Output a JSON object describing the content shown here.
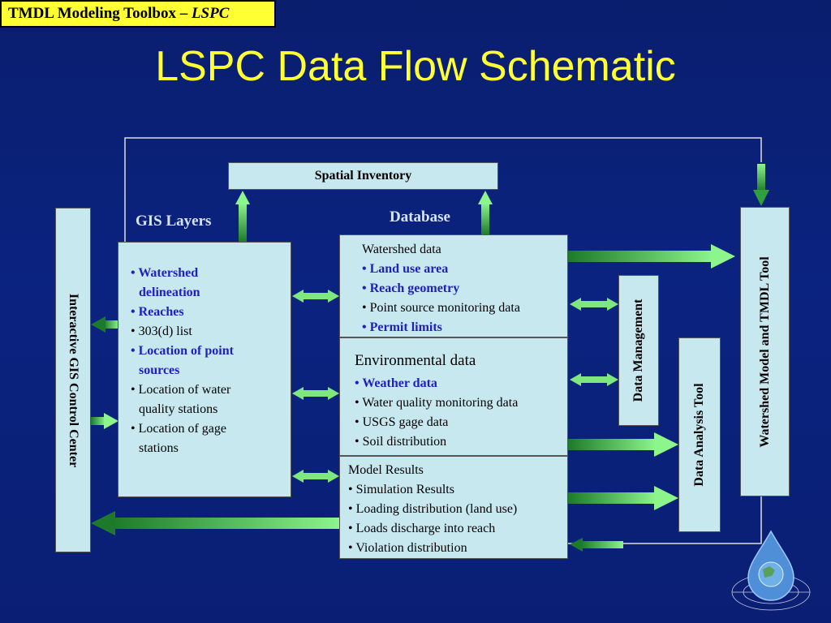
{
  "header": {
    "prefix": "TMDL Modeling Toolbox – ",
    "italic": "LSPC"
  },
  "title": "LSPC Data Flow Schematic",
  "labels": {
    "gis_layers": "GIS Layers",
    "database": "Database"
  },
  "spatial_inventory": "Spatial Inventory",
  "gis_control_center": "Interactive GIS Control Center",
  "data_management": "Data Management",
  "data_analysis_tool": "Data Analysis Tool",
  "watershed_model_tool": "Watershed Model and TMDL Tool",
  "gis_list": [
    {
      "bullet": "• ",
      "text": "Watershed",
      "highlight": true
    },
    {
      "bullet": "",
      "text": "delineation",
      "highlight": true,
      "indent": true
    },
    {
      "bullet": "• ",
      "text": "Reaches",
      "highlight": true
    },
    {
      "bullet": "• ",
      "text": "303(d) list",
      "highlight": false
    },
    {
      "bullet": "• ",
      "text": "Location of point",
      "highlight": true
    },
    {
      "bullet": "",
      "text": "sources",
      "highlight": true,
      "indent": true
    },
    {
      "bullet": "• ",
      "text": "Location of water",
      "highlight": false
    },
    {
      "bullet": "",
      "text": "quality stations",
      "highlight": false,
      "indent": true
    },
    {
      "bullet": "• ",
      "text": "Location of gage",
      "highlight": false
    },
    {
      "bullet": "",
      "text": "stations",
      "highlight": false,
      "indent": true
    }
  ],
  "watershed_data": {
    "heading": "Watershed data",
    "items": [
      {
        "text": "Land use area",
        "highlight": true
      },
      {
        "text": "Reach geometry",
        "highlight": true
      },
      {
        "text": "Point source monitoring data",
        "highlight": false
      },
      {
        "text": "Permit limits",
        "highlight": true
      }
    ]
  },
  "environmental_data": {
    "heading": "Environmental data",
    "items": [
      {
        "text": "Weather data",
        "highlight": true
      },
      {
        "text": "Water quality monitoring data",
        "highlight": false
      },
      {
        "text": "USGS gage data",
        "highlight": false
      },
      {
        "text": "Soil distribution",
        "highlight": false
      }
    ]
  },
  "model_results": {
    "heading": "Model Results",
    "items": [
      {
        "text": "Simulation Results",
        "highlight": false
      },
      {
        "text": "Loading distribution (land use)",
        "highlight": false
      },
      {
        "text": "Loads discharge into reach",
        "highlight": false
      },
      {
        "text": "Violation distribution",
        "highlight": false
      }
    ]
  },
  "colors": {
    "background": "#0b2380",
    "title": "#ffff33",
    "box": "#c8e8f0",
    "highlight_text": "#2020c0",
    "arrow": "#66dd66"
  },
  "icons": {
    "logo": "water-drop-globe-icon"
  }
}
